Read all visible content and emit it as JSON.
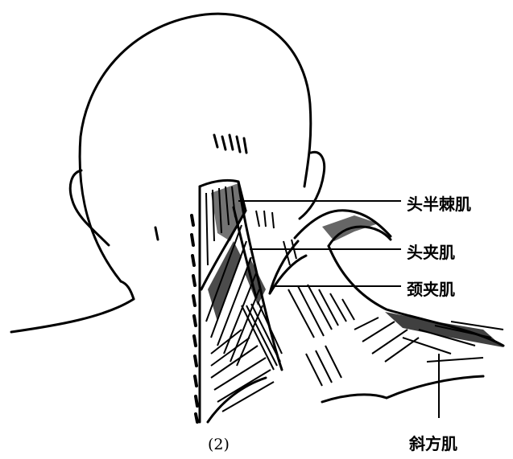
{
  "figure": {
    "caption": "(2)",
    "labels": {
      "semispinalis_capitis": "头半棘肌",
      "splenius_capitis": "头夹肌",
      "splenius_cervicis": "颈夹肌",
      "trapezius": "斜方肌"
    },
    "ink_color": "#000000"
  }
}
